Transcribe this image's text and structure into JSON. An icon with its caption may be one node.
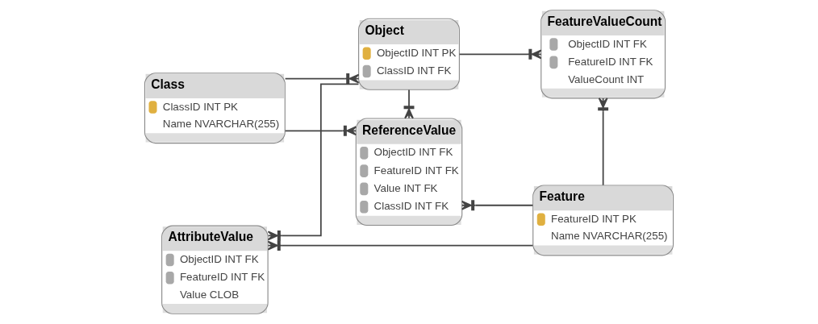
{
  "diagram": {
    "nodes": [
      {
        "text": [
          "Class",
          "ClassID INT PK",
          "Name NVARCHAR(255)"
        ]
      },
      {
        "text": [
          "Object",
          "ObjectID INT PK",
          "ClassID INT FK"
        ]
      },
      {
        "text": [
          "FeatureValueCount",
          "ObjectID INT FK",
          "FeatureID INT FK",
          "ValueCount INT"
        ]
      },
      {
        "text": [
          "AttributeValue",
          "ObjectID INT FK",
          "FeatureID INT FK",
          "Value CLOB"
        ]
      },
      {
        "text": [
          "ReferenceValue",
          "ObjectID INT FK",
          "FeatureID INT FK",
          "Value INT FK",
          "ClassID INT FK"
        ]
      },
      {
        "text": [
          "Feature",
          "FeatureID INT PK",
          "Name NVARCHAR(255)"
        ]
      }
    ],
    "edges": [
      {
        "from": 0,
        "to": 1,
        "arrow": "other"
      },
      {
        "from": 0,
        "to": 4,
        "arrow": "other"
      },
      {
        "from": 1,
        "to": 3,
        "arrow": "other"
      },
      {
        "from": 1,
        "to": 4,
        "arrow": "other"
      },
      {
        "from": 1,
        "to": 2,
        "arrow": "other"
      },
      {
        "from": 5,
        "to": 2,
        "arrow": "other"
      },
      {
        "from": 5,
        "to": 4,
        "arrow": "other"
      },
      {
        "from": 5,
        "to": 3,
        "arrow": "other"
      }
    ]
  }
}
